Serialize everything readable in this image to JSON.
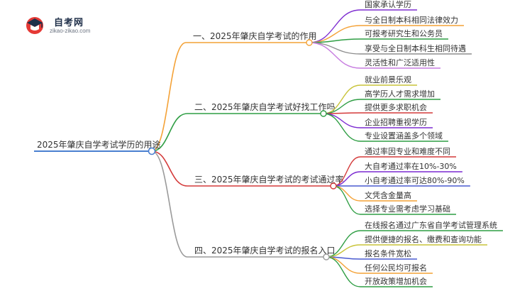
{
  "logo": {
    "name": "自考网",
    "url_text": "zikao-zikao.com",
    "colors": {
      "red": "#e53935",
      "navy": "#1f2f49"
    }
  },
  "root": {
    "text": "2025年肇庆自学考试学历的用途",
    "color": "#4a7fd0"
  },
  "branches": [
    {
      "text": "一、2025年肇庆自学考试的作用",
      "color": "#f4a237",
      "children": [
        {
          "text": "国家承认学历",
          "color": "#7f2fd1"
        },
        {
          "text": "与全日制本科相同法律效力",
          "color": "#f4a237"
        },
        {
          "text": "可报考研究生和公务员",
          "color": "#2f9e44"
        },
        {
          "text": "享受与全日制本科生相同待遇",
          "color": "#8e8e8e"
        },
        {
          "text": "灵活性和广泛适用性",
          "color": "#c77de0"
        }
      ]
    },
    {
      "text": "二、2025年肇庆自学考试好找工作吗",
      "color": "#2f9e44",
      "children": [
        {
          "text": "就业前景乐观",
          "color": "#c9c43a"
        },
        {
          "text": "高学历人才需求增加",
          "color": "#2f9e44"
        },
        {
          "text": "提供更多求职机会",
          "color": "#d43a3a"
        },
        {
          "text": "企业招聘重视学历",
          "color": "#7b2ad1"
        },
        {
          "text": "专业设置涵盖多个领域",
          "color": "#2f9e44"
        }
      ]
    },
    {
      "text": "三、2025年肇庆自学考试的考试通过率",
      "color": "#d43a3a",
      "children": [
        {
          "text": "通过率因专业和难度不同",
          "color": "#d43a3a"
        },
        {
          "text": "大自考通过率在10%-30%",
          "color": "#7b2ad1"
        },
        {
          "text": "小自考通过率可达80%-90%",
          "color": "#4a5bd0"
        },
        {
          "text": "文凭含金量高",
          "color": "#f4a237"
        },
        {
          "text": "选择专业需考虑学习基础",
          "color": "#2f9e44"
        }
      ]
    },
    {
      "text": "四、2025年肇庆自学考试的报名入口",
      "color": "#9a9a9a",
      "children": [
        {
          "text": "在线报名通过广东省自学考试管理系统",
          "color": "#2f9e44"
        },
        {
          "text": "提供便捷的报名、缴费和查询功能",
          "color": "#c9c43a"
        },
        {
          "text": "报名条件宽松",
          "color": "#4a5bd0"
        },
        {
          "text": "任何公民均可报名",
          "color": "#f4a237"
        },
        {
          "text": "开放政策增加机会",
          "color": "#2f9e44"
        }
      ]
    }
  ]
}
